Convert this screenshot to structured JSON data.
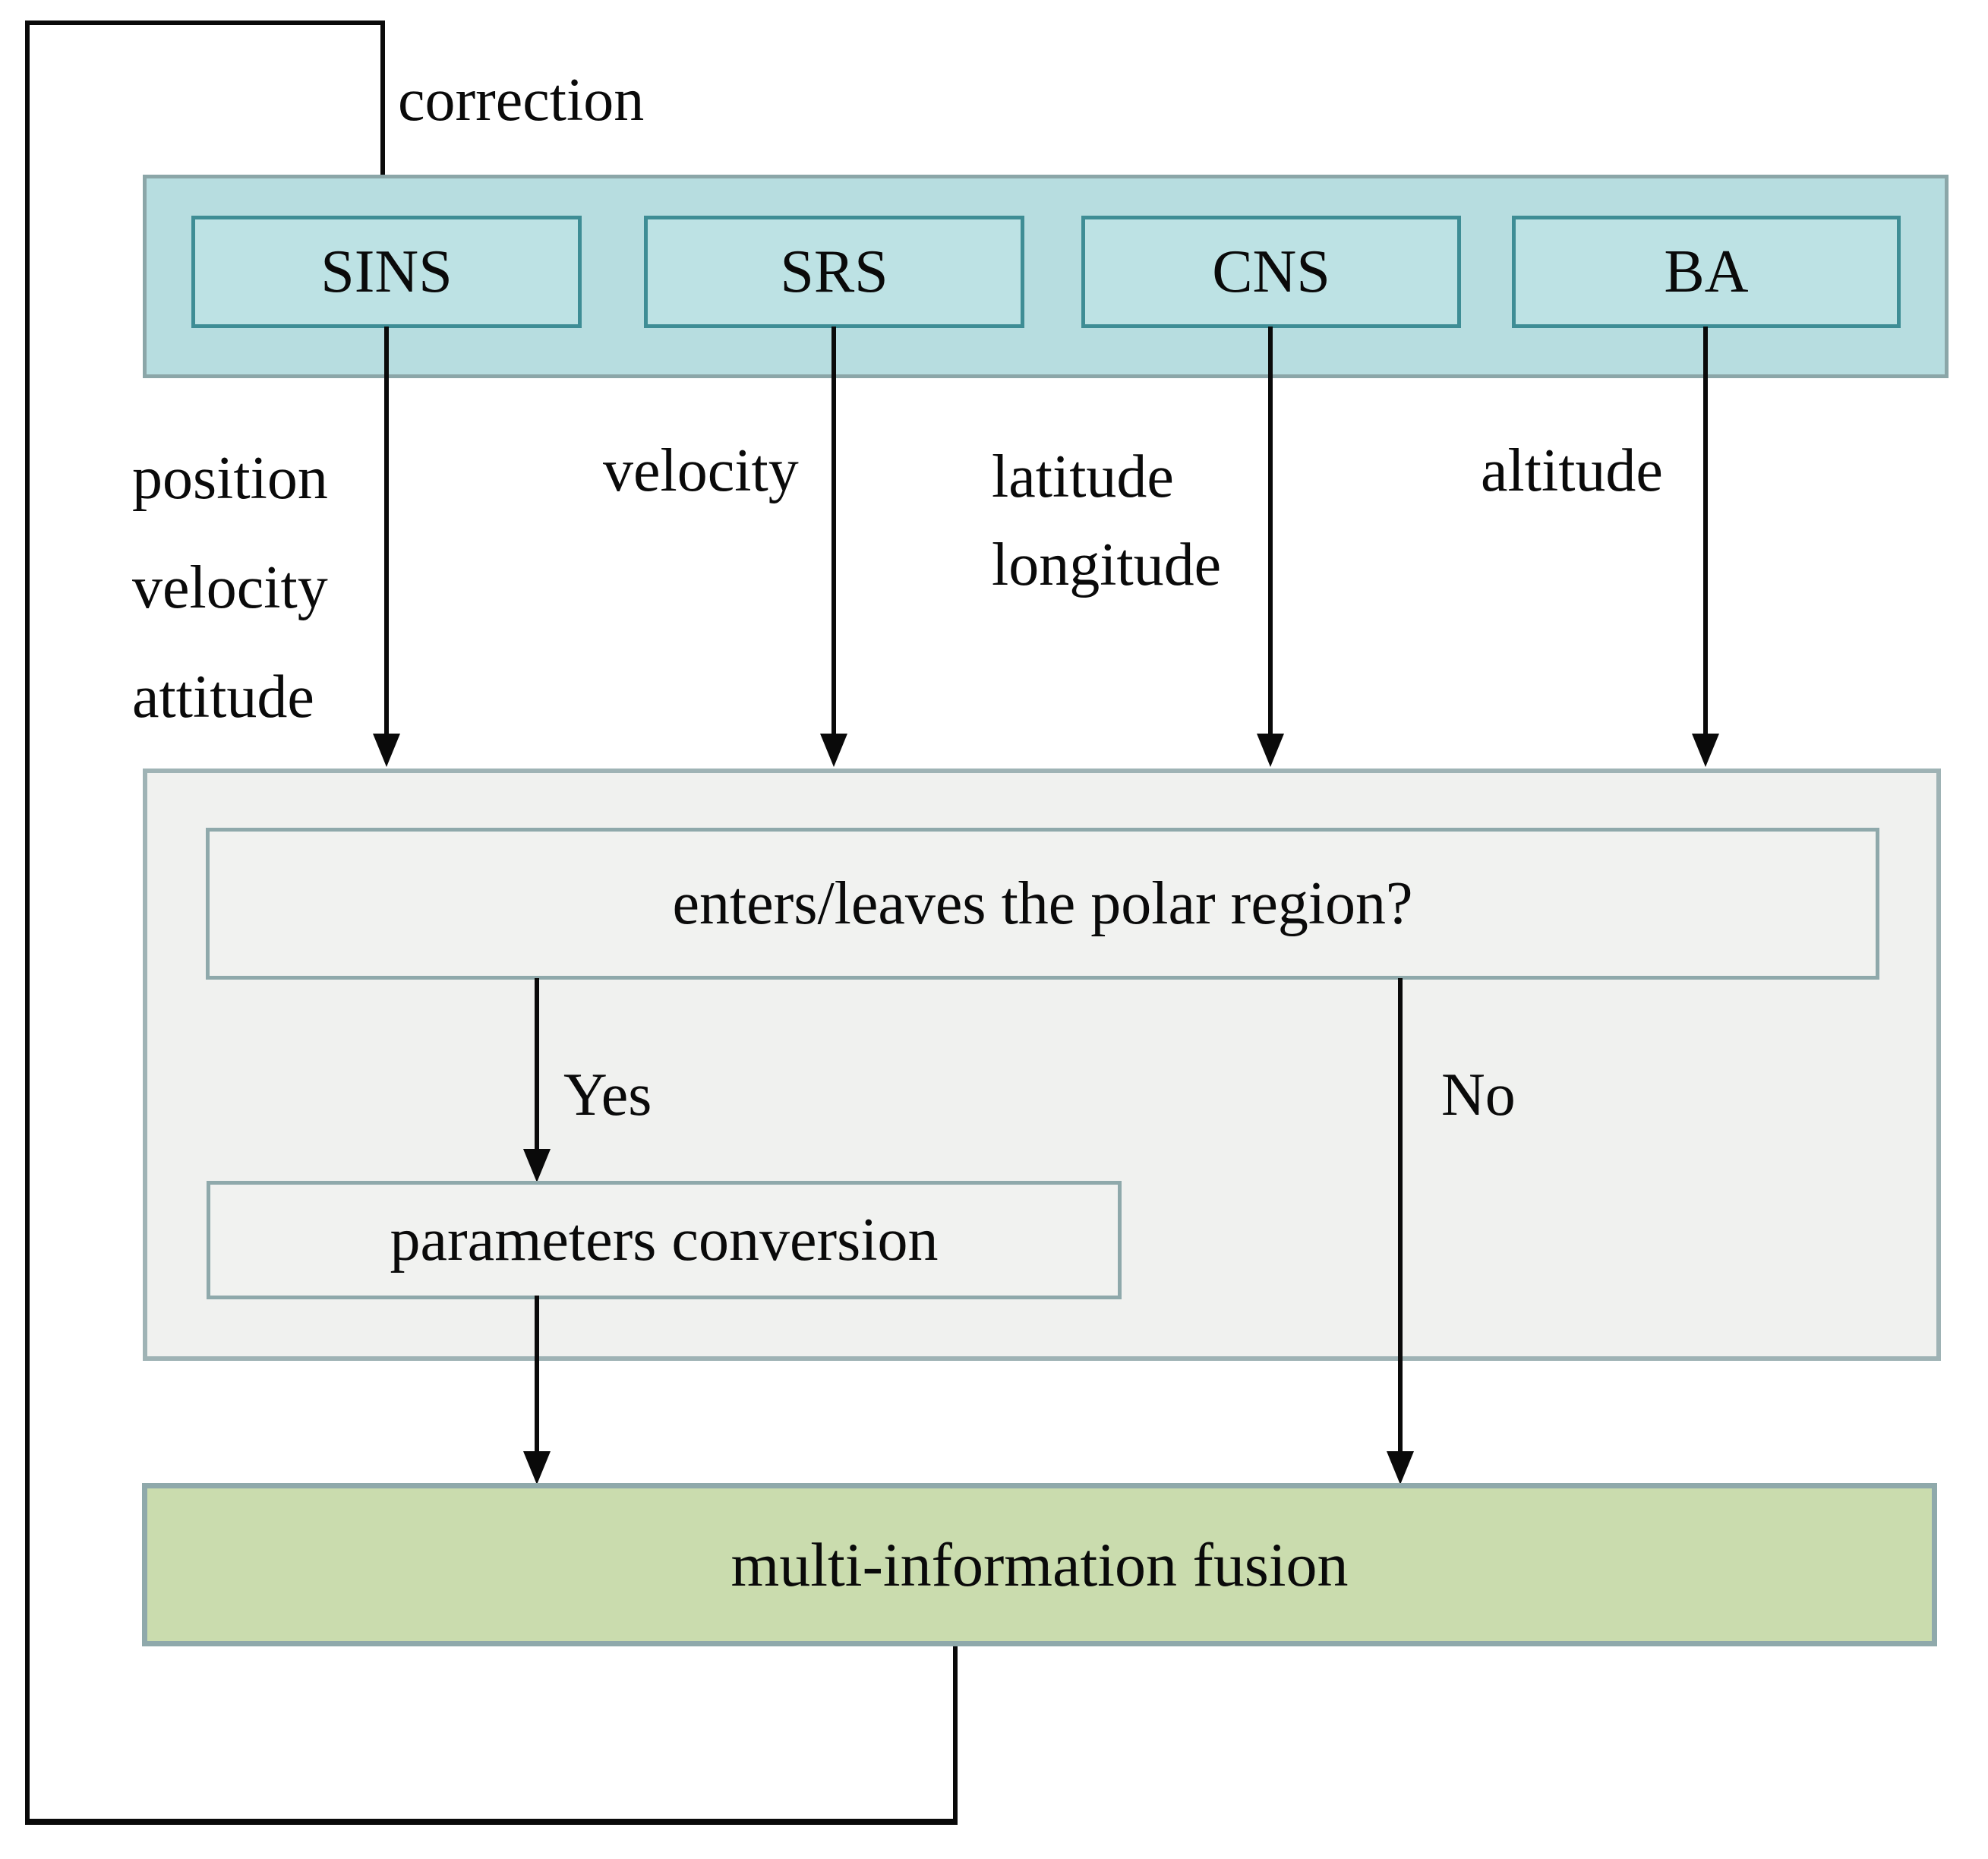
{
  "diagram": {
    "correction_label": "correction",
    "sensors": [
      {
        "label": "SINS",
        "outputs": [
          "position",
          "velocity",
          "attitude"
        ]
      },
      {
        "label": "SRS",
        "outputs": [
          "velocity"
        ]
      },
      {
        "label": "CNS",
        "outputs": [
          "latitude",
          "longitude"
        ]
      },
      {
        "label": "BA",
        "outputs": [
          "altitude"
        ]
      }
    ],
    "question": "enters/leaves the polar region?",
    "yes_label": "Yes",
    "no_label": "No",
    "conversion_label": "parameters conversion",
    "fusion_label": "multi-information fusion"
  },
  "colors": {
    "banner_fill": "#b7dde0",
    "banner_border": "#8ba6a8",
    "sensor_fill": "#bde2e4",
    "sensor_border": "#3e8d95",
    "panel_fill": "#f0f1ef",
    "panel_border": "#9fb3b5",
    "node_fill": "#f1f2f0",
    "node_border": "#8fa9ab",
    "fusion_fill": "#cadcae",
    "line_color": "#0a0a0a"
  }
}
